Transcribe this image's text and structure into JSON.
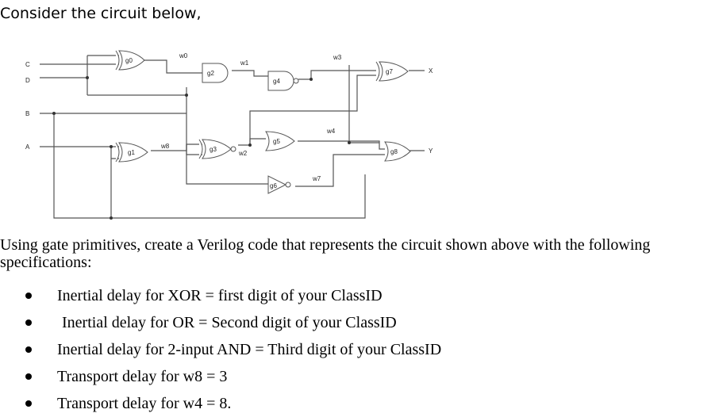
{
  "heading": "Consider the circuit below,",
  "circuit": {
    "inputs": [
      "C",
      "D",
      "B",
      "A"
    ],
    "outputs": [
      "X",
      "Y"
    ],
    "gates": [
      "g0",
      "g1",
      "g2",
      "g3",
      "g4",
      "g5",
      "g6",
      "g7",
      "g8"
    ],
    "wires": [
      "w0",
      "w1",
      "w2",
      "w3",
      "w4",
      "w7",
      "w8"
    ]
  },
  "description": "Using gate primitives, create a Verilog code that represents the circuit shown above with the following specifications:",
  "specs": [
    "Inertial delay for XOR = first digit of your ClassID",
    "Inertial delay for OR = Second digit of your ClassID",
    "Inertial delay for 2-input AND = Third digit of your ClassID",
    "Transport delay for w8 = 3",
    "Transport delay for w4 = 8."
  ]
}
